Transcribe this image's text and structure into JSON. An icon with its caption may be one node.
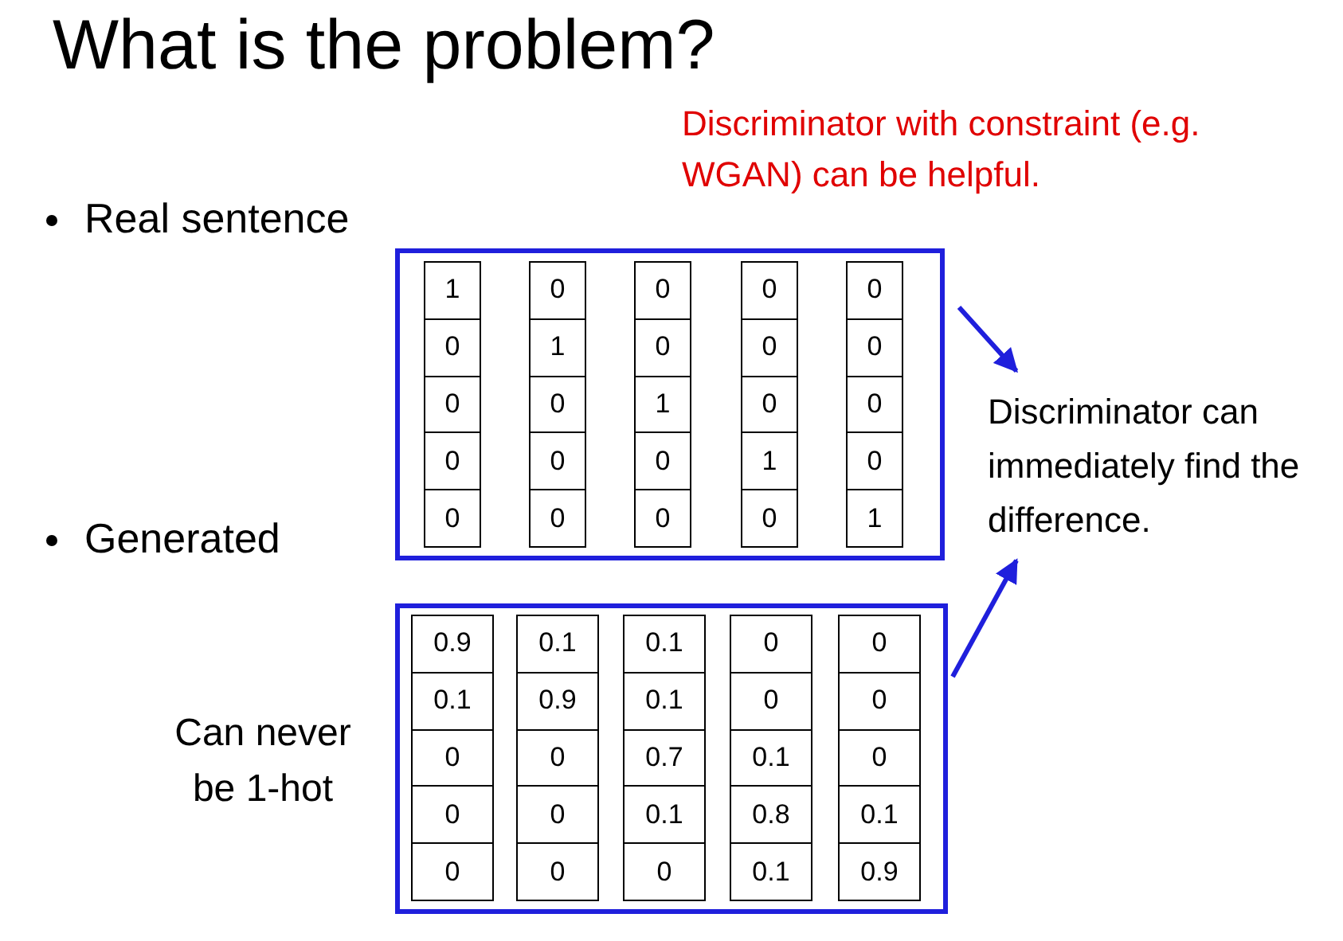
{
  "diagram": {
    "title": "What is the problem?",
    "nodes": [
      {
        "text": [
          "1",
          "0",
          "0",
          "0",
          "0",
          "0",
          "1",
          "0",
          "0",
          "0",
          "0",
          "0",
          "1",
          "0",
          "0",
          "0",
          "0",
          "0",
          "1",
          "0",
          "0",
          "0",
          "0",
          "0",
          "1"
        ]
      },
      {
        "text": [
          "0.9",
          "0.1",
          "0.1",
          "0",
          "0",
          "0.1",
          "0.9",
          "0.1",
          "0",
          "0",
          "0",
          "0",
          "0.7",
          "0.1",
          "0",
          "0",
          "0",
          "0.1",
          "0.8",
          "0.1",
          "0",
          "0",
          "0",
          "0.1",
          "0.9"
        ]
      },
      {
        "text": [
          "Discriminator can immediately find the difference."
        ]
      }
    ],
    "edges": [
      {
        "from": 0,
        "to": 2,
        "arrow": "to"
      },
      {
        "from": 1,
        "to": 2,
        "arrow": "to"
      }
    ],
    "labels": [
      "Discriminator with constraint (e.g. WGAN) can be helpful.",
      "Real sentence",
      "Generated",
      "Can never be 1-hot"
    ]
  }
}
